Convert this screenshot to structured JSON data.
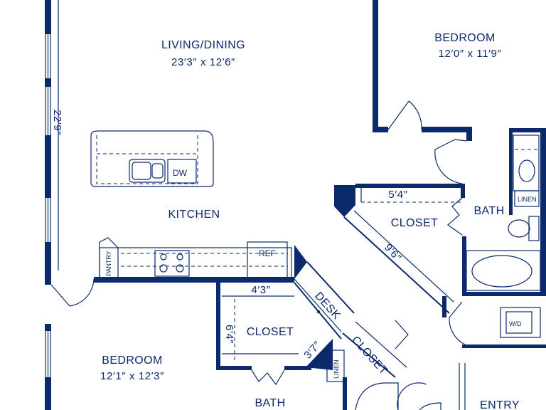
{
  "rooms": {
    "living_dining": {
      "name": "LIVING/DINING",
      "dims": "23′3″ x 12′6″"
    },
    "bedroom_top": {
      "name": "BEDROOM",
      "dims": "12′0″ x 11′9″"
    },
    "bedroom_bottom": {
      "name": "BEDROOM",
      "dims": "12′1″ x 12′3″"
    },
    "kitchen": {
      "name": "KITCHEN"
    },
    "closet_right": {
      "name": "CLOSET"
    },
    "closet_left": {
      "name": "CLOSET"
    },
    "closet_angled": {
      "name": "CLOSET"
    },
    "bath_right": {
      "name": "BATH"
    },
    "bath_bottom": {
      "name": "BATH"
    },
    "entry": {
      "name": "ENTRY"
    },
    "desk": {
      "name": "DESK"
    }
  },
  "dimensions": {
    "living_height": "22′9″",
    "closet_right_width": "5′4″",
    "closet_right_diag": "9′6″",
    "closet_left_width": "4′3″",
    "closet_left_height": "6′4″",
    "closet_small": "3′7″"
  },
  "fixtures": {
    "dishwasher": "DW",
    "refrigerator": "REF",
    "pantry": "PANTRY",
    "linen_top": "LINEN",
    "linen_bottom": "LINEN",
    "washer_dryer": "W/D"
  },
  "colors": {
    "wall": "#0b2a6b",
    "background": "#ffffff"
  }
}
